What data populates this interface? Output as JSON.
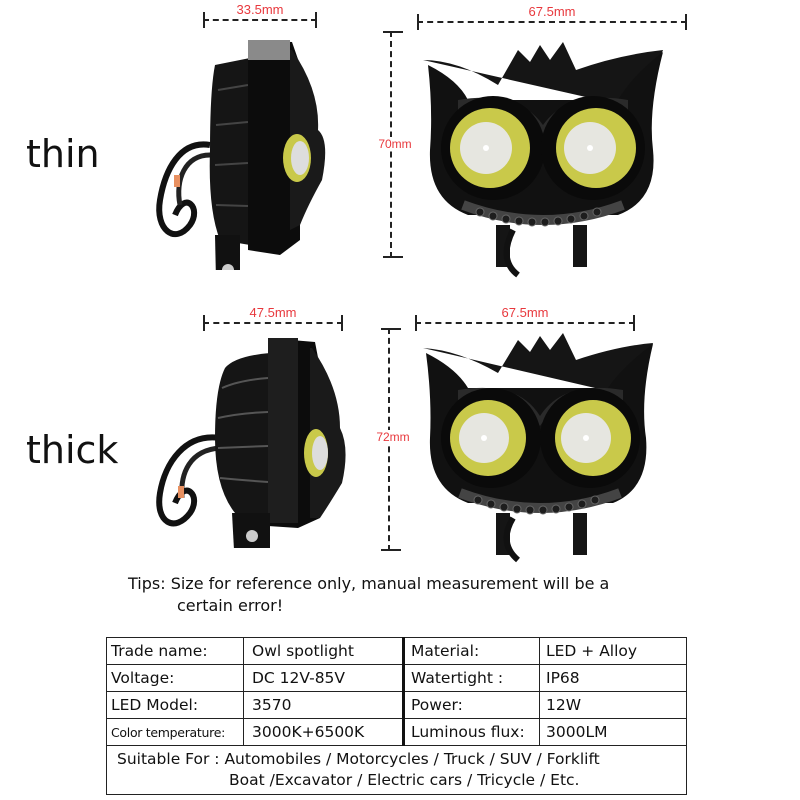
{
  "variants": [
    {
      "label": "thin",
      "depth_dimension": "33.5mm",
      "width_dimension": "67.5mm",
      "height_dimension": "70mm"
    },
    {
      "label": "thick",
      "depth_dimension": "47.5mm",
      "width_dimension": "67.5mm",
      "height_dimension": "72mm"
    }
  ],
  "tips": {
    "line1": "Tips: Size for reference only, manual measurement will be a",
    "line2": "certain error!"
  },
  "specs": {
    "rows": [
      {
        "label1": "Trade name:",
        "value1": "Owl spotlight",
        "label2": "Material:",
        "value2": "LED + Alloy"
      },
      {
        "label1": "Voltage:",
        "value1": "DC 12V-85V",
        "label2": "Watertight :",
        "value2": "IP68"
      },
      {
        "label1": "LED Model:",
        "value1": "3570",
        "label2": "Power:",
        "value2": "12W"
      },
      {
        "label1": "Color temperature:",
        "value1": "3000K+6500K",
        "label2": "Luminous flux:",
        "value2": "3000LM"
      }
    ],
    "suitable_line1": "Suitable For : Automobiles / Motorcycles / Truck / SUV / Forklift",
    "suitable_line2": "Boat /Excavator / Electric cars / Tricycle / Etc."
  },
  "colors": {
    "dimension_text": "#e8383d",
    "lens_yellow": "#c9c94a",
    "housing_black": "#111111"
  }
}
